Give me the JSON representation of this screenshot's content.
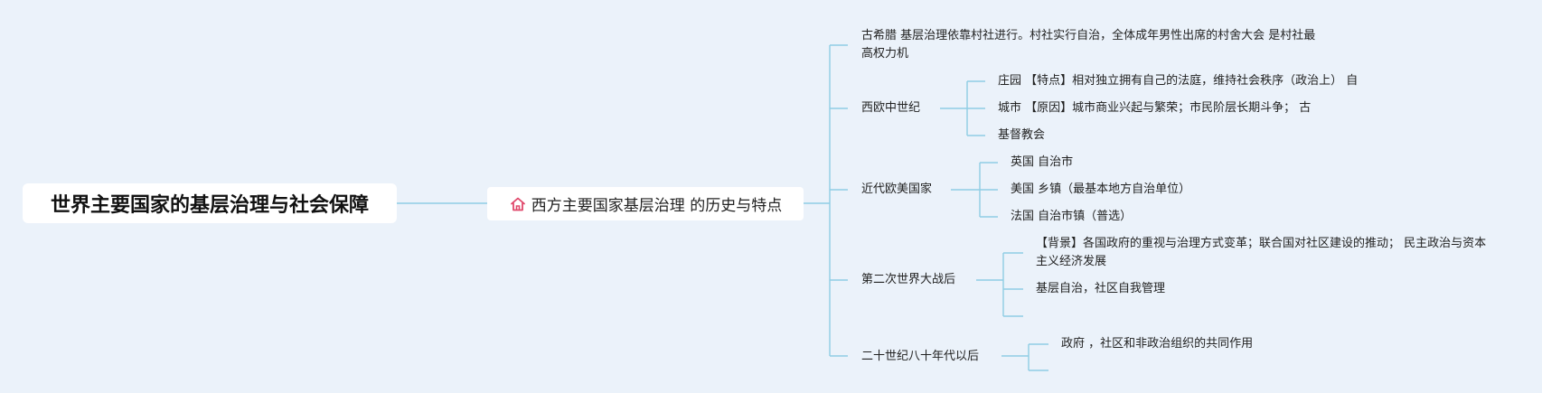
{
  "root": {
    "label": "世界主要国家的基层治理与社会保障"
  },
  "main": {
    "label": "西方主要国家基层治理 的历史与特点",
    "icon": "home-icon"
  },
  "branches": {
    "greece": {
      "label": "古希腊 基层治理依靠村社进行。村社实行自治，全体成年男性出席的村舍大会 是村社最高权力机"
    },
    "medieval": {
      "label": "西欧中世纪",
      "children": [
        "庄园 【特点】相对独立拥有自己的法庭，维持社会秩序（政治上） 自",
        "城市 【原因】城市商业兴起与繁荣；市民阶层长期斗争； 古",
        "基督教会"
      ]
    },
    "modern": {
      "label": "近代欧美国家",
      "children": [
        "英国 自治市",
        "美国 乡镇（最基本地方自治单位）",
        "法国 自治市镇（普选）"
      ]
    },
    "postwar": {
      "label": "第二次世界大战后",
      "children": [
        "【背景】各国政府的重视与治理方式变革；联合国对社区建设的推动； 民主政治与资本主义经济发展",
        "基层自治，社区自我管理",
        ""
      ]
    },
    "eighties": {
      "label": "二十世纪八十年代以后",
      "children": [
        "政府 ，社区和非政治组织的共同作用",
        ""
      ]
    }
  },
  "colors": {
    "background": "#ebf2fa",
    "line": "#8fcde4",
    "icon": "#e0486b"
  }
}
